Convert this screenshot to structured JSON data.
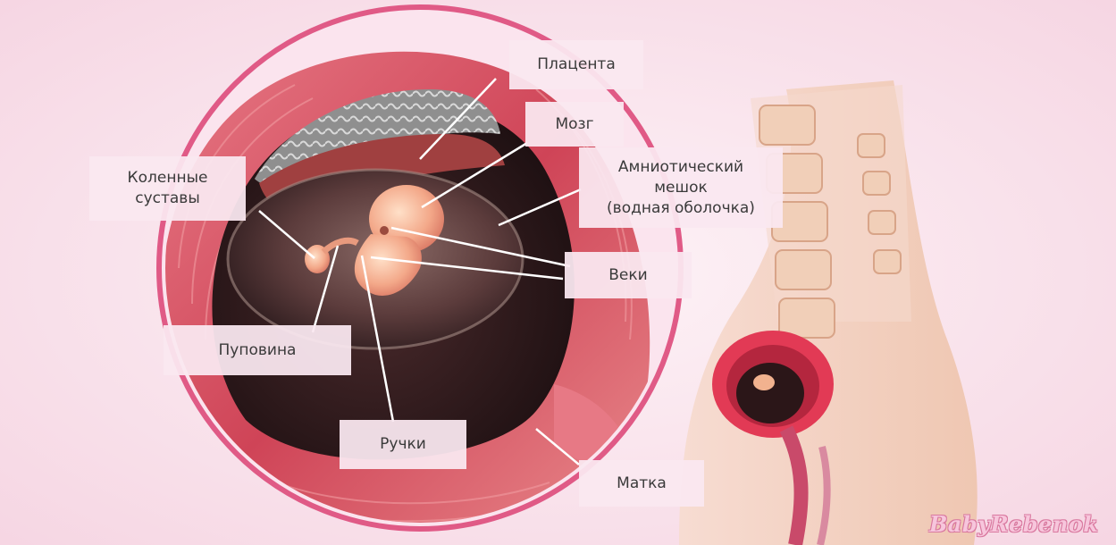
{
  "labels": {
    "placenta": "Плацента",
    "brain": "Мозг",
    "knees_line1": "Коленные",
    "knees_line2": "суставы",
    "amnio_line1": "Амниотический",
    "amnio_line2": "мешок",
    "amnio_line3": "(водная оболочка)",
    "eyelids": "Веки",
    "umbilical": "Пуповина",
    "arms": "Ручки",
    "uterus": "Матка"
  },
  "watermark": "BabyRebenok",
  "colors": {
    "background": "#fbe9f1",
    "ring": "#e05a86",
    "uterus_wall": "#d8586a",
    "sac": "#6b4a4a",
    "embryo": "#f2b28f",
    "label_bg": "#fae8f0",
    "label_text": "#3a3a3a",
    "leader_line": "#ffffff"
  }
}
